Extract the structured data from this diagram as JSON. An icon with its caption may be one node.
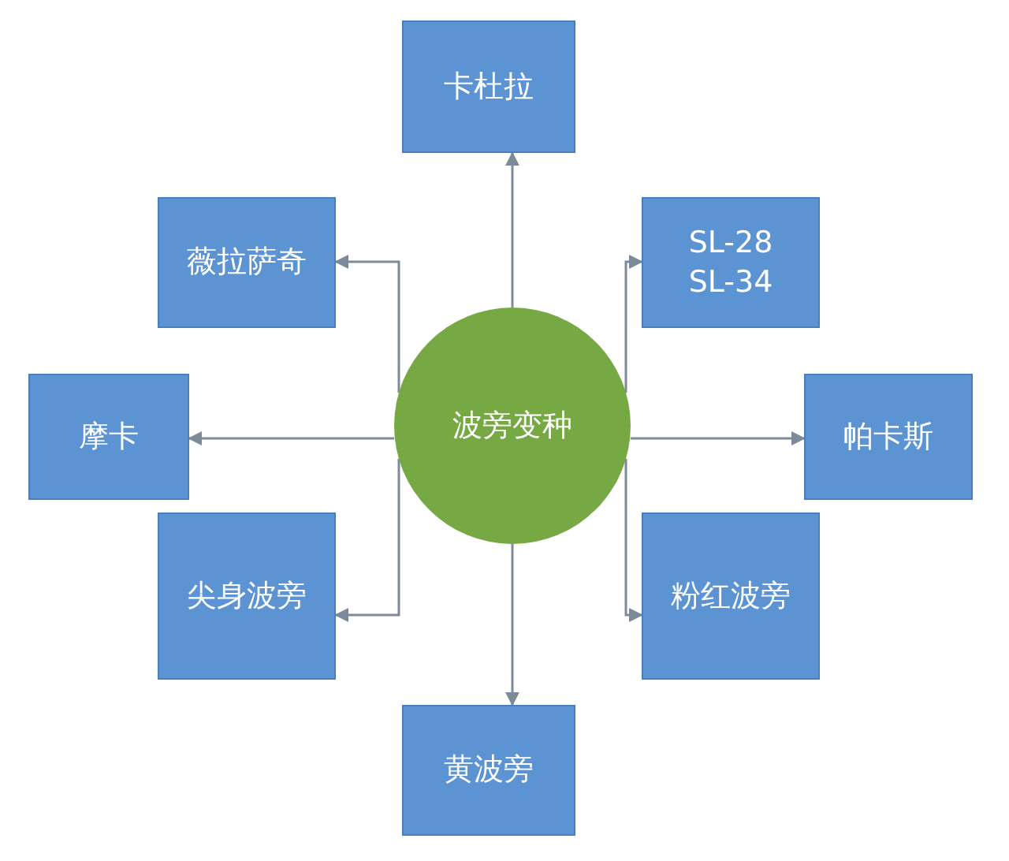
{
  "diagram": {
    "nodes": [
      {
        "text": [
          "卡杜拉"
        ]
      },
      {
        "text": [
          "薇拉萨奇"
        ]
      },
      {
        "text": [
          "SL-28",
          "SL-34"
        ]
      },
      {
        "text": [
          "摩卡"
        ]
      },
      {
        "text": [
          "波旁变种"
        ]
      },
      {
        "text": [
          "帕卡斯"
        ]
      },
      {
        "text": [
          "尖身波旁"
        ]
      },
      {
        "text": [
          "粉红波旁"
        ]
      },
      {
        "text": [
          "黄波旁"
        ]
      }
    ],
    "edges": [
      {
        "from": 4,
        "to": 0,
        "arrow": "to"
      },
      {
        "from": 4,
        "to": 1,
        "arrow": "to"
      },
      {
        "from": 4,
        "to": 2,
        "arrow": "to"
      },
      {
        "from": 4,
        "to": 3,
        "arrow": "to"
      },
      {
        "from": 4,
        "to": 5,
        "arrow": "to"
      },
      {
        "from": 4,
        "to": 6,
        "arrow": "to"
      },
      {
        "from": 4,
        "to": 7,
        "arrow": "to"
      },
      {
        "from": 4,
        "to": 8,
        "arrow": "to"
      }
    ]
  }
}
